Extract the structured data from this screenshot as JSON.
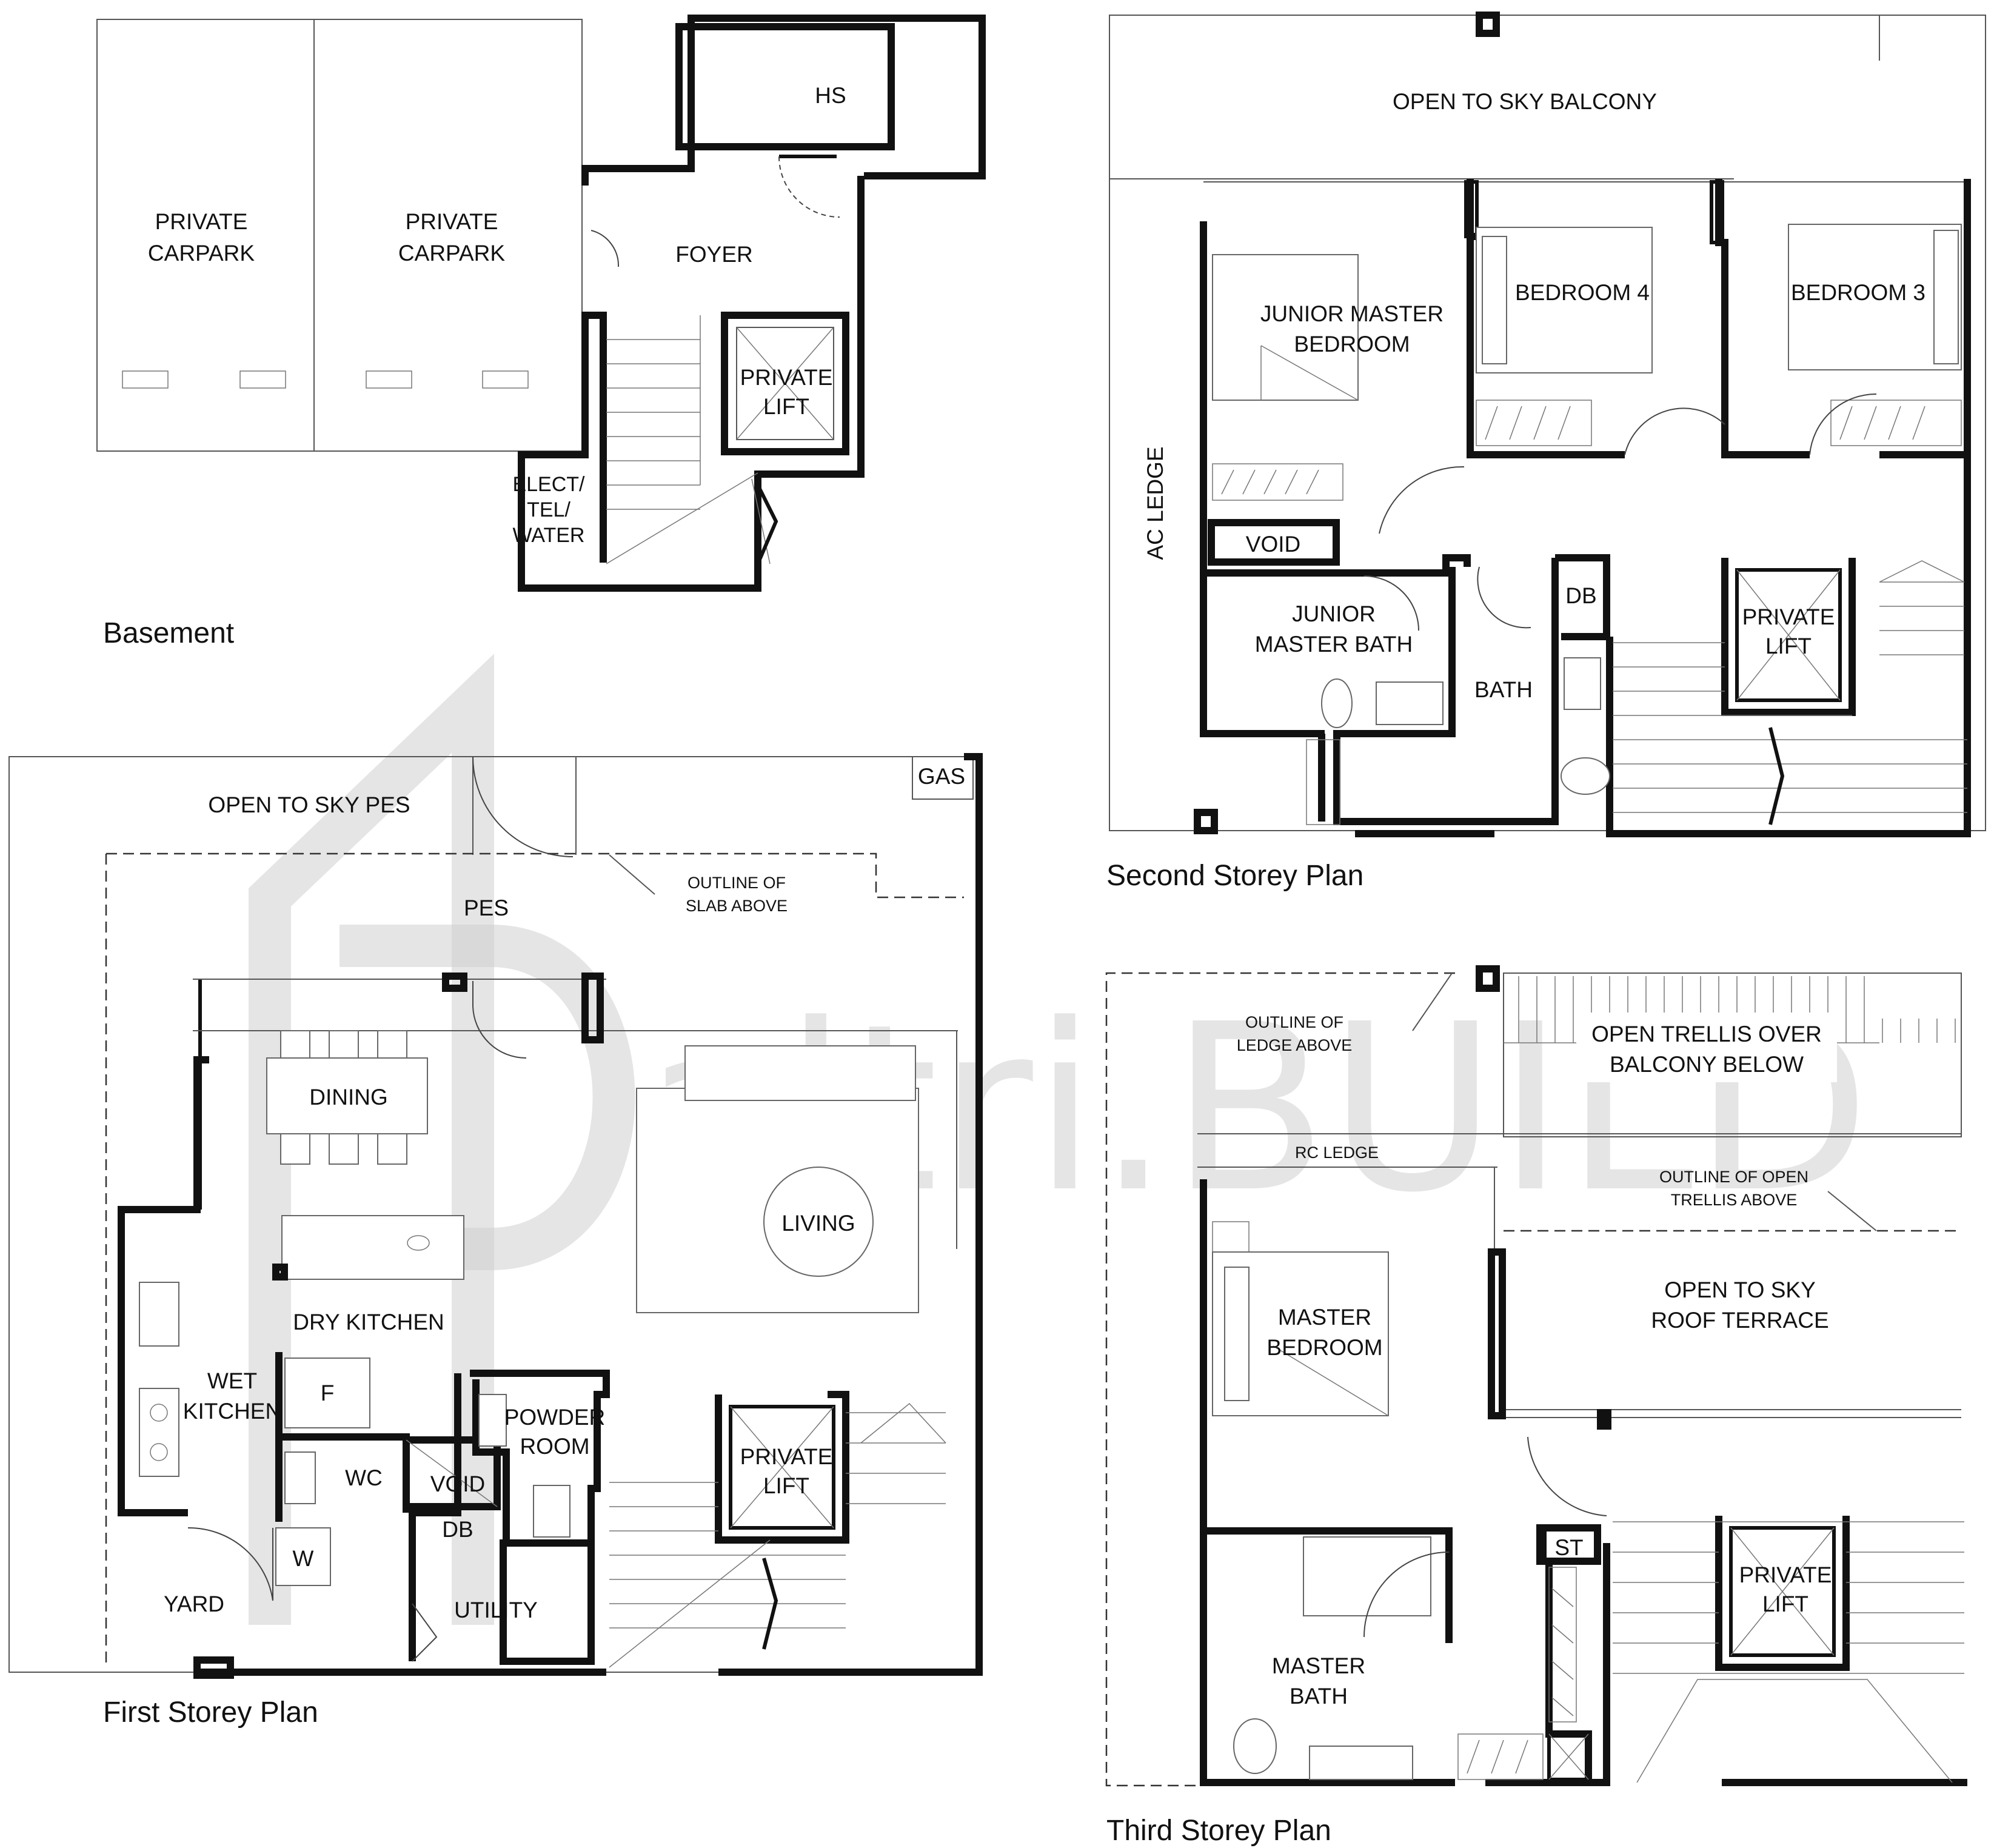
{
  "watermark": "altri.BUILD",
  "plans": {
    "basement": {
      "title": "Basement",
      "rooms": {
        "carpark_a": [
          "PRIVATE",
          "CARPARK"
        ],
        "carpark_b": [
          "PRIVATE",
          "CARPARK"
        ],
        "hs": "HS",
        "foyer": "FOYER",
        "lift": [
          "PRIVATE",
          "LIFT"
        ],
        "elect": [
          "ELECT/",
          "TEL/",
          "WATER"
        ]
      }
    },
    "first": {
      "title": "First Storey Plan",
      "rooms": {
        "open_pes": "OPEN TO SKY PES",
        "gas": "GAS",
        "slab_outline": [
          "OUTLINE OF",
          "SLAB ABOVE"
        ],
        "pes": "PES",
        "dining": "DINING",
        "living": "LIVING",
        "dry_kitchen": "DRY KITCHEN",
        "wet_kitchen": [
          "WET",
          "KITCHEN"
        ],
        "fridge": "F",
        "powder": [
          "POWDER",
          "ROOM"
        ],
        "wc": "WC",
        "void": "VOID",
        "db": "DB",
        "washer": "W",
        "yard": "YARD",
        "utility": "UTILITY",
        "lift": [
          "PRIVATE",
          "LIFT"
        ]
      }
    },
    "second": {
      "title": "Second Storey Plan",
      "rooms": {
        "balcony": "OPEN TO SKY BALCONY",
        "jmb": [
          "JUNIOR MASTER",
          "BEDROOM"
        ],
        "bed4": "BEDROOM 4",
        "bed3": "BEDROOM 3",
        "ac_ledge": "AC LEDGE",
        "void": "VOID",
        "jm_bath": [
          "JUNIOR",
          "MASTER BATH"
        ],
        "db": "DB",
        "bath": "BATH",
        "lift": [
          "PRIVATE",
          "LIFT"
        ]
      }
    },
    "third": {
      "title": "Third Storey Plan",
      "rooms": {
        "ledge_outline": [
          "OUTLINE OF",
          "LEDGE ABOVE"
        ],
        "trellis": [
          "OPEN TRELLIS OVER",
          "BALCONY BELOW"
        ],
        "rc_ledge": "RC LEDGE",
        "trellis_outline": [
          "OUTLINE OF OPEN",
          "TRELLIS ABOVE"
        ],
        "master_bed": [
          "MASTER",
          "BEDROOM"
        ],
        "roof_terrace": [
          "OPEN TO SKY",
          "ROOF TERRACE"
        ],
        "st": "ST",
        "master_bath": [
          "MASTER",
          "BATH"
        ],
        "lift": [
          "PRIVATE",
          "LIFT"
        ]
      }
    }
  }
}
